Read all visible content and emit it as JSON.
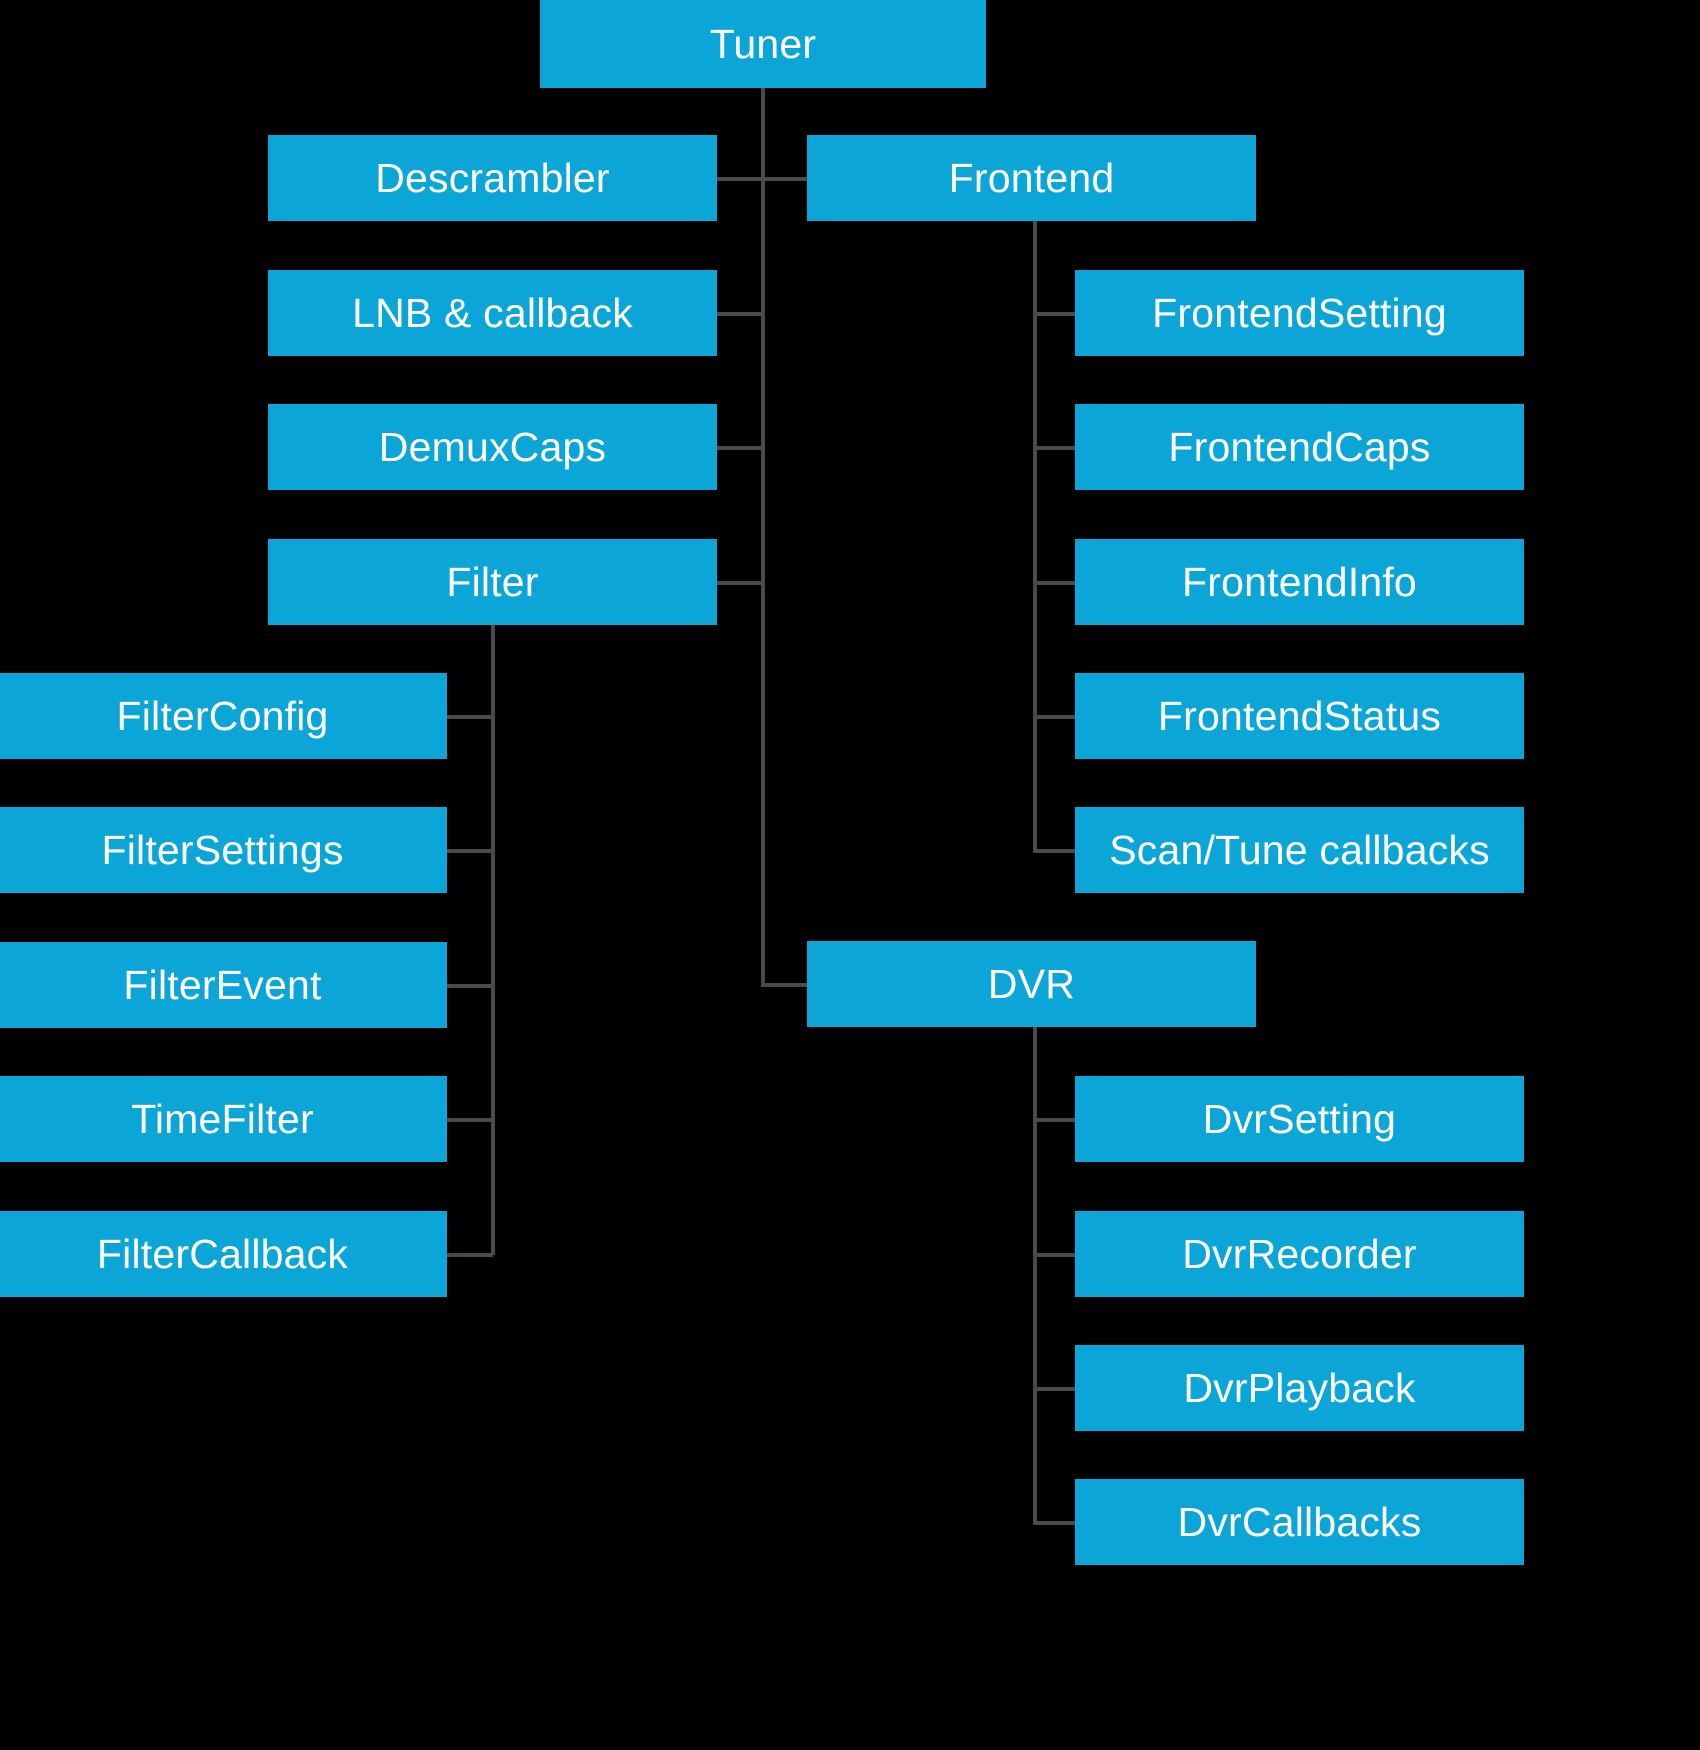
{
  "diagram": {
    "title": "Tuner",
    "type": "tree",
    "colors": {
      "background": "#000000",
      "node_fill": "#0BA6D7",
      "node_text": "#FFFFFF",
      "edge": "#4A4A4A"
    },
    "root": {
      "label": "Tuner"
    },
    "left_children": [
      {
        "label": "Descrambler"
      },
      {
        "label": "LNB & callback"
      },
      {
        "label": "DemuxCaps"
      },
      {
        "label": "Filter"
      }
    ],
    "right_children": [
      {
        "label": "Frontend"
      },
      {
        "label": "DVR"
      }
    ],
    "filter_children": [
      {
        "label": "FilterConfig"
      },
      {
        "label": "FilterSettings"
      },
      {
        "label": "FilterEvent"
      },
      {
        "label": "TimeFilter"
      },
      {
        "label": "FilterCallback"
      }
    ],
    "frontend_children": [
      {
        "label": "FrontendSetting"
      },
      {
        "label": "FrontendCaps"
      },
      {
        "label": "FrontendInfo"
      },
      {
        "label": "FrontendStatus"
      },
      {
        "label": "Scan/Tune callbacks"
      }
    ],
    "dvr_children": [
      {
        "label": "DvrSetting"
      },
      {
        "label": "DvrRecorder"
      },
      {
        "label": "DvrPlayback"
      },
      {
        "label": "DvrCallbacks"
      }
    ]
  }
}
